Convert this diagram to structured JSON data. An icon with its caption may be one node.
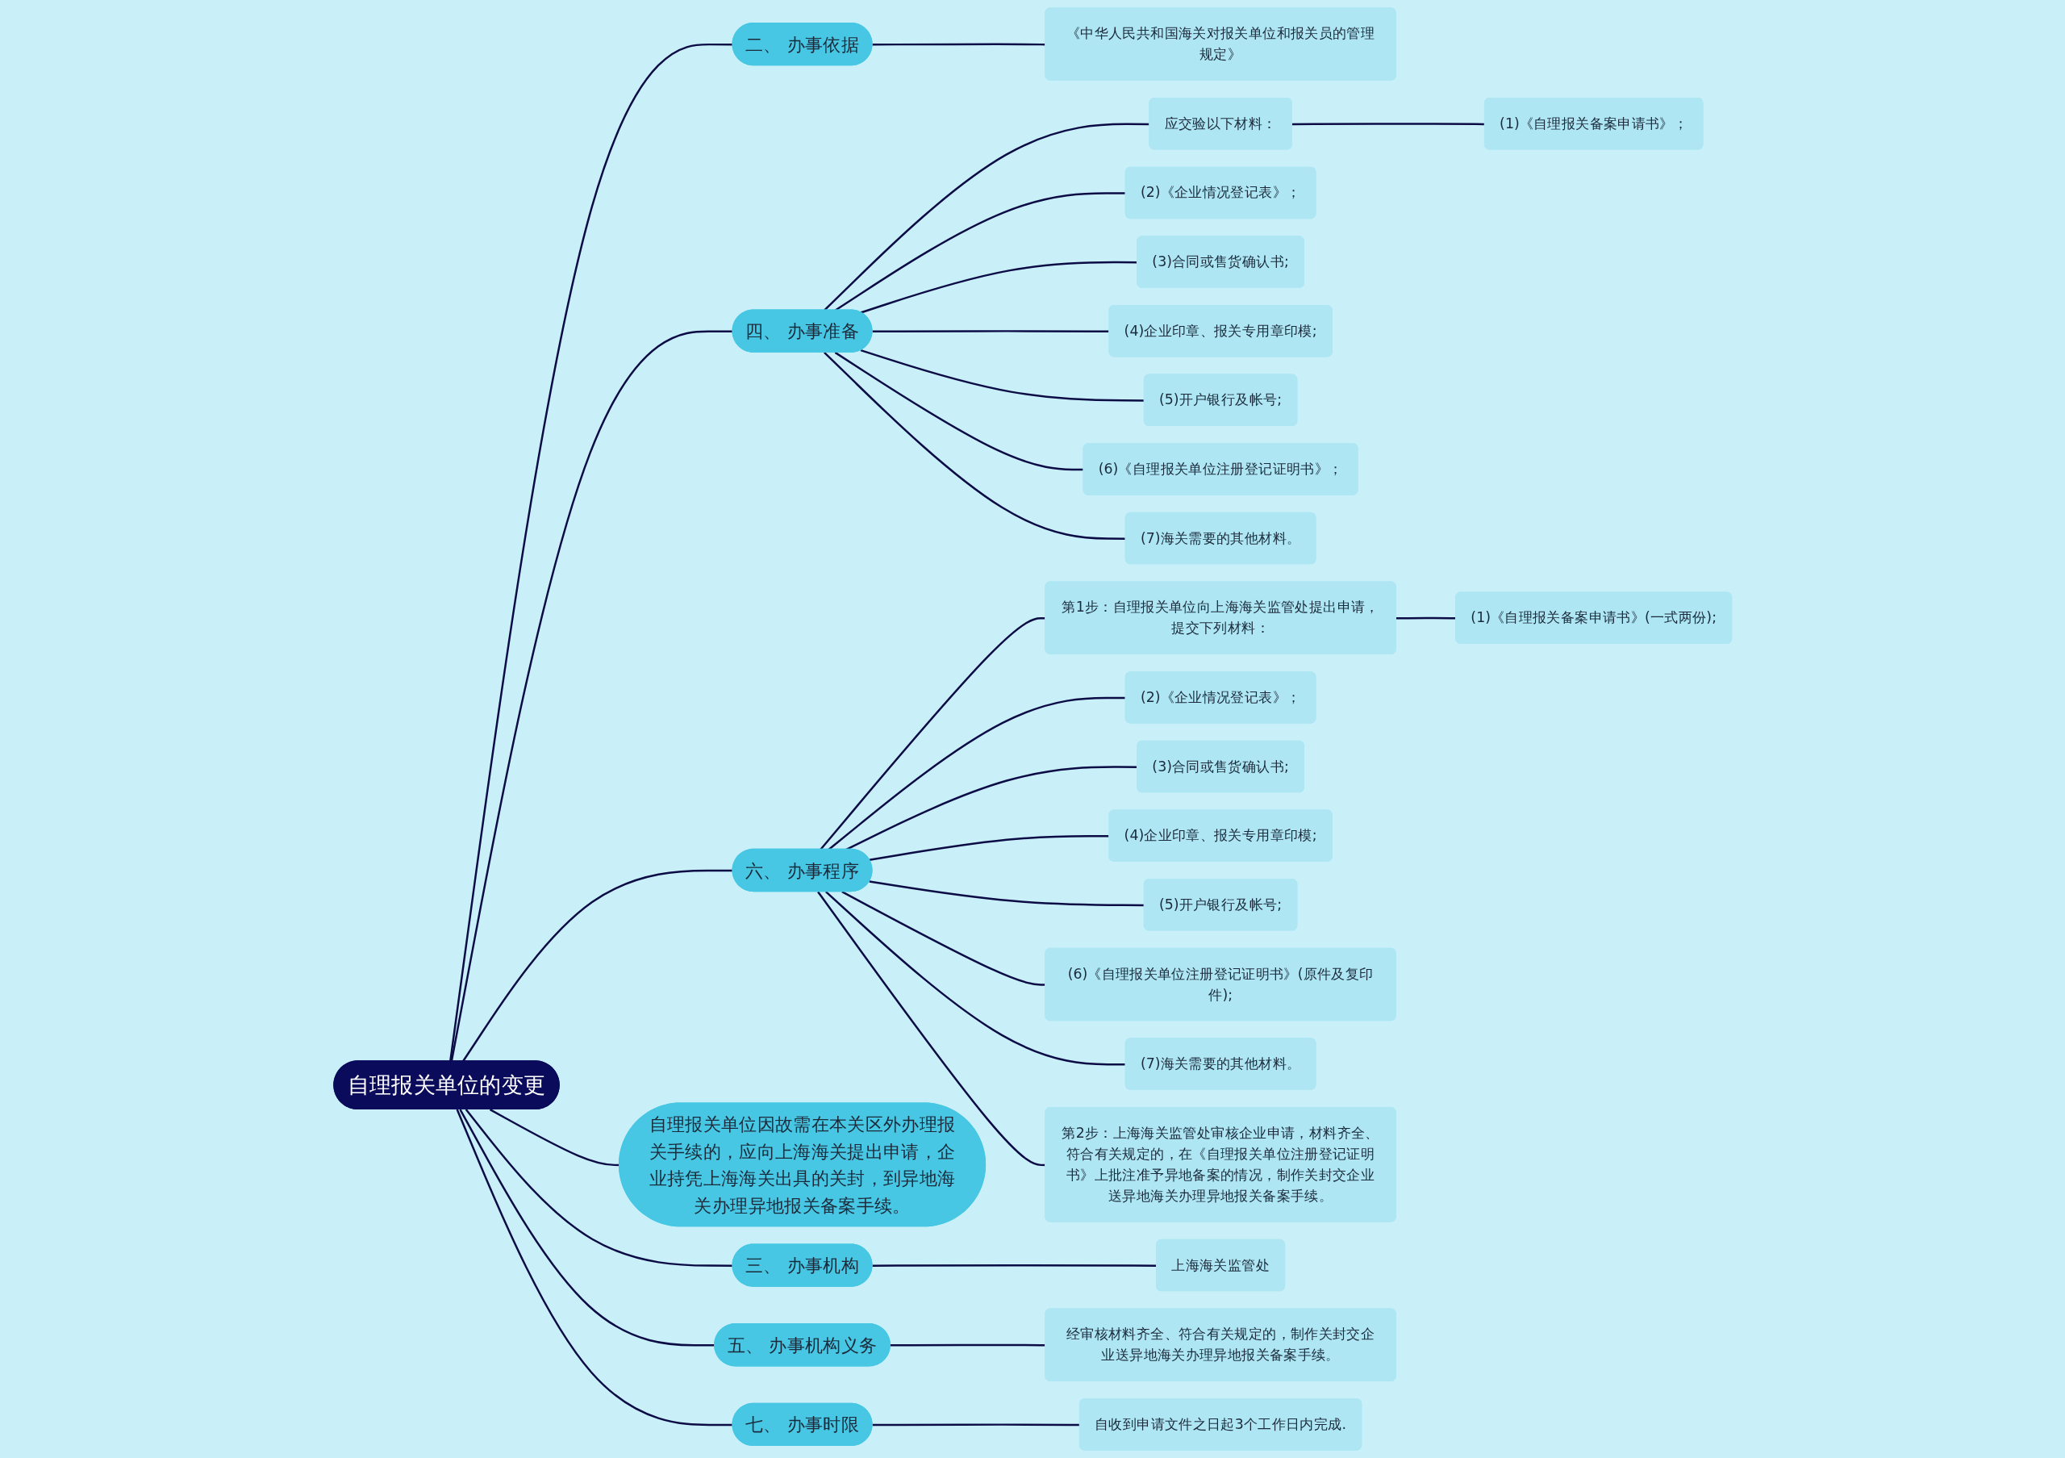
{
  "diagram": {
    "nodes": [
      {
        "text": [
          "自理报关单位的变更"
        ]
      },
      {
        "text": [
          "二、 办事依据"
        ]
      },
      {
        "text": [
          "《中华人民共和国海关对报关单位和报关员的管理规定》"
        ]
      },
      {
        "text": [
          "四、 办事准备"
        ]
      },
      {
        "text": [
          "应交验以下材料："
        ]
      },
      {
        "text": [
          "(1)《自理报关备案申请书》；"
        ]
      },
      {
        "text": [
          "(2)《企业情况登记表》；"
        ]
      },
      {
        "text": [
          "(3)合同或售货确认书;"
        ]
      },
      {
        "text": [
          "(4)企业印章、报关专用章印模;"
        ]
      },
      {
        "text": [
          "(5)开户银行及帐号;"
        ]
      },
      {
        "text": [
          "(6)《自理报关单位注册登记证明书》；"
        ]
      },
      {
        "text": [
          "(7)海关需要的其他材料。"
        ]
      },
      {
        "text": [
          "六、 办事程序"
        ]
      },
      {
        "text": [
          "第1步：自理报关单位向上海海关监管处提出申请，提交下列材料："
        ]
      },
      {
        "text": [
          "(1)《自理报关备案申请书》(一式两份);"
        ]
      },
      {
        "text": [
          "(2)《企业情况登记表》；"
        ]
      },
      {
        "text": [
          "(3)合同或售货确认书;"
        ]
      },
      {
        "text": [
          "(4)企业印章、报关专用章印模;"
        ]
      },
      {
        "text": [
          "(5)开户银行及帐号;"
        ]
      },
      {
        "text": [
          "(6)《自理报关单位注册登记证明书》(原件及复印件);"
        ]
      },
      {
        "text": [
          "(7)海关需要的其他材料。"
        ]
      },
      {
        "text": [
          "第2步：上海海关监管处审核企业申请，材料齐全、符合有关规定的，在《自理报关单位注册登记证明书》上批注准予异地备案的情况，制作关封交企业送异地海关办理异地报关备案手续。"
        ]
      },
      {
        "text": [
          "自理报关单位因故需在本关区外办理报关手续的，应向上海海关提出申请，企业持凭上海海关出具的关封，到异地海关办理异地报关备案手续。"
        ]
      },
      {
        "text": [
          "三、 办事机构"
        ]
      },
      {
        "text": [
          "上海海关监管处"
        ]
      },
      {
        "text": [
          "五、 办事机构义务"
        ]
      },
      {
        "text": [
          "经审核材料齐全、符合有关规定的，制作关封交企业送异地海关办理异地报关备案手续。"
        ]
      },
      {
        "text": [
          "七、 办事时限"
        ]
      },
      {
        "text": [
          "自收到申请文件之日起3个工作日内完成."
        ]
      }
    ],
    "edges": [
      {
        "from": 0,
        "to": 1,
        "arrow": "none"
      },
      {
        "from": 1,
        "to": 2,
        "arrow": "none"
      },
      {
        "from": 0,
        "to": 3,
        "arrow": "none"
      },
      {
        "from": 3,
        "to": 4,
        "arrow": "none"
      },
      {
        "from": 4,
        "to": 5,
        "arrow": "none"
      },
      {
        "from": 3,
        "to": 6,
        "arrow": "none"
      },
      {
        "from": 3,
        "to": 7,
        "arrow": "none"
      },
      {
        "from": 3,
        "to": 8,
        "arrow": "none"
      },
      {
        "from": 3,
        "to": 9,
        "arrow": "none"
      },
      {
        "from": 3,
        "to": 10,
        "arrow": "none"
      },
      {
        "from": 3,
        "to": 11,
        "arrow": "none"
      },
      {
        "from": 0,
        "to": 12,
        "arrow": "none"
      },
      {
        "from": 12,
        "to": 13,
        "arrow": "none"
      },
      {
        "from": 13,
        "to": 14,
        "arrow": "none"
      },
      {
        "from": 12,
        "to": 15,
        "arrow": "none"
      },
      {
        "from": 12,
        "to": 16,
        "arrow": "none"
      },
      {
        "from": 12,
        "to": 17,
        "arrow": "none"
      },
      {
        "from": 12,
        "to": 18,
        "arrow": "none"
      },
      {
        "from": 12,
        "to": 19,
        "arrow": "none"
      },
      {
        "from": 12,
        "to": 20,
        "arrow": "none"
      },
      {
        "from": 12,
        "to": 21,
        "arrow": "none"
      },
      {
        "from": 0,
        "to": 22,
        "arrow": "none"
      },
      {
        "from": 0,
        "to": 23,
        "arrow": "none"
      },
      {
        "from": 23,
        "to": 24,
        "arrow": "none"
      },
      {
        "from": 0,
        "to": 25,
        "arrow": "none"
      },
      {
        "from": 25,
        "to": 26,
        "arrow": "none"
      },
      {
        "from": 0,
        "to": 27,
        "arrow": "none"
      },
      {
        "from": 27,
        "to": 28,
        "arrow": "none"
      }
    ]
  }
}
